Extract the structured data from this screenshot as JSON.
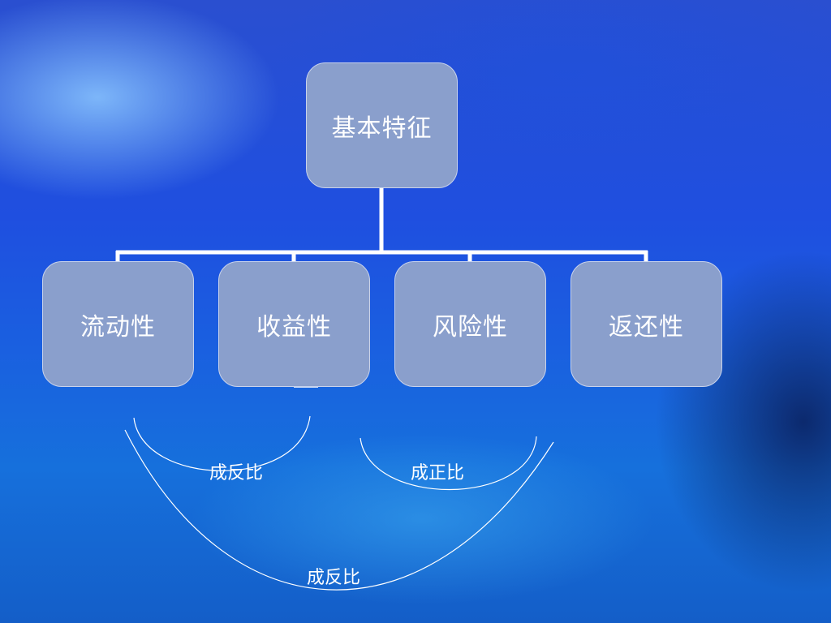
{
  "hierarchy": {
    "root": "基本特征",
    "children": [
      "流动性",
      "收益性",
      "风险性",
      "返还性"
    ]
  },
  "relations": [
    {
      "from": "流动性",
      "to": "收益性",
      "label": "成反比"
    },
    {
      "from": "收益性",
      "to": "风险性",
      "label": "成正比"
    },
    {
      "from": "流动性",
      "to": "风险性",
      "label": "成反比"
    }
  ],
  "colors": {
    "node_fill": "#8a9fcc",
    "node_border": "#c9d3ec",
    "connector": "#ffffff",
    "text": "#ffffff"
  }
}
